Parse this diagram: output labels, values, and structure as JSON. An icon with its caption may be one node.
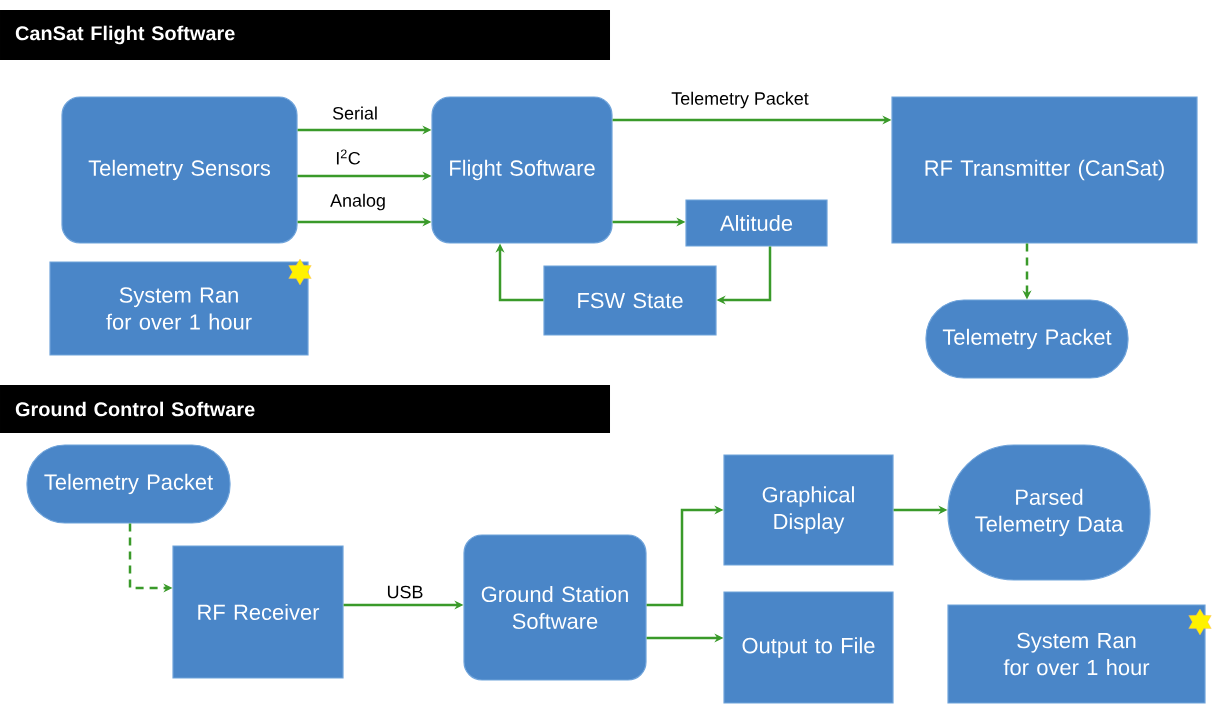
{
  "diagram": {
    "nodes": [
      {
        "text": [
          "CanSat Flight Software"
        ]
      },
      {
        "text": [
          "Telemetry Sensors"
        ]
      },
      {
        "text": [
          "Flight Software"
        ]
      },
      {
        "text": [
          "RF Transmitter (CanSat)"
        ]
      },
      {
        "text": [
          "Altitude"
        ]
      },
      {
        "text": [
          "System Ran for over 1 hour"
        ]
      },
      {
        "text": [
          "FSW State"
        ]
      },
      {
        "text": [
          "Telemetry Packet"
        ]
      },
      {
        "text": [
          "Ground Control Software"
        ]
      },
      {
        "text": [
          "Telemetry Packet"
        ]
      },
      {
        "text": [
          "Graphical Display"
        ]
      },
      {
        "text": [
          "Parsed Telemetry Data"
        ]
      },
      {
        "text": [
          "RF Receiver"
        ]
      },
      {
        "text": [
          "Ground Station Software"
        ]
      },
      {
        "text": [
          "Output to File"
        ]
      },
      {
        "text": [
          "System Ran for over 1 hour"
        ]
      }
    ],
    "edges": [
      {
        "from": 1,
        "to": 2,
        "arrow": "to",
        "label": "Serial"
      },
      {
        "from": 1,
        "to": 2,
        "arrow": "to",
        "label": "I$^{2}$C"
      },
      {
        "from": 1,
        "to": 2,
        "arrow": "to",
        "label": "Analog"
      },
      {
        "from": 2,
        "to": 3,
        "arrow": "to",
        "label": "Telemetry Packet"
      },
      {
        "from": 2,
        "to": 4,
        "arrow": "to"
      },
      {
        "from": 4,
        "to": 6,
        "arrow": "to"
      },
      {
        "from": 6,
        "to": 2,
        "arrow": "to"
      },
      {
        "from": 3,
        "to": 7,
        "arrow": "to",
        "style": "dashed"
      },
      {
        "from": 9,
        "to": 12,
        "arrow": "to",
        "style": "dashed"
      },
      {
        "from": 12,
        "to": 13,
        "arrow": "to",
        "label": "USB"
      },
      {
        "from": 13,
        "to": 10,
        "arrow": "to"
      },
      {
        "from": 13,
        "to": 14,
        "arrow": "to"
      },
      {
        "from": 10,
        "to": 11,
        "arrow": "to"
      }
    ]
  }
}
